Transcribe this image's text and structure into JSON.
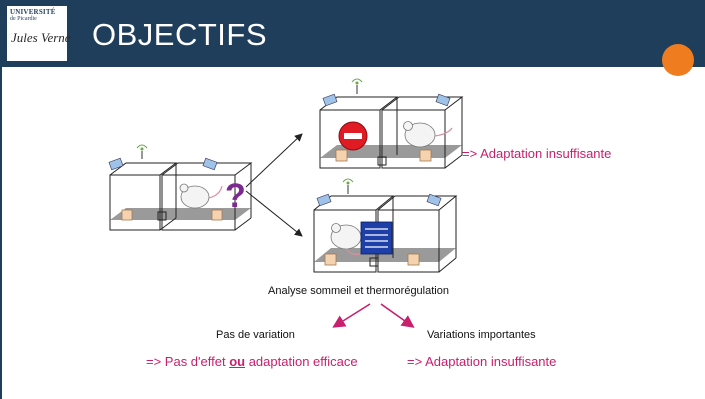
{
  "header": {
    "title": "OBJECTIFS",
    "logo_line1": "UNIVERSITÉ",
    "logo_line2": "de Picardie",
    "logo_script": "Jules Verne",
    "accent_color": "#ef7d1f",
    "bar_color": "#1f3e5c"
  },
  "diagram": {
    "question_mark": "?",
    "result_top": "=> Adaptation insuffisante",
    "analysis_label": "Analyse sommeil et thermorégulation",
    "branch_left_label": "Pas de variation",
    "branch_right_label": "Variations importantes",
    "outcome_left_pre": "=> Pas d'effet ",
    "outcome_left_em": "ou",
    "outcome_left_post": " adaptation efficace",
    "outcome_right": "=> Adaptation insuffisante",
    "accent_pink": "#c8206d",
    "question_color": "#7b2b8f"
  },
  "icons": [
    "antenna-icon",
    "camera-icon",
    "no-entry-icon",
    "rat-icon",
    "thermal-panel-icon"
  ]
}
